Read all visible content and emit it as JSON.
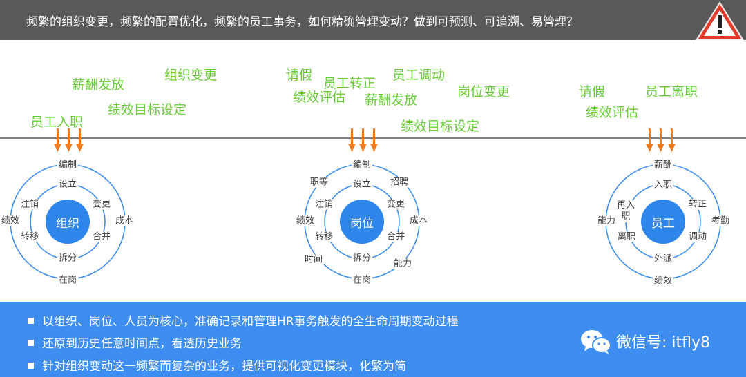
{
  "header": {
    "title": "频繁的组织变更，频繁的配置优化，频繁的员工事务，如何精确管理变动？做到可预测、可追溯、易管理？"
  },
  "events": {
    "group1": [
      "薪酬发放",
      "组织变更",
      "绩效目标设定",
      "员工入职"
    ],
    "group2": [
      "请假",
      "员工转正",
      "员工调动",
      "绩效评估",
      "薪酬发放",
      "岗位变更",
      "绩效目标设定"
    ],
    "group3": [
      "请假",
      "员工离职",
      "绩效评估"
    ]
  },
  "wheels": {
    "org": {
      "center": "组织",
      "inner": [
        "设立",
        "变更",
        "合并",
        "拆分",
        "转移",
        "注销"
      ],
      "outer": [
        "编制",
        "成本",
        "在岗",
        "绩效"
      ]
    },
    "position": {
      "center": "岗位",
      "inner": [
        "设立",
        "变更",
        "合并",
        "拆分",
        "转移",
        "注销"
      ],
      "outer": [
        "编制",
        "招聘",
        "成本",
        "能力",
        "在岗",
        "时间",
        "绩效",
        "职等"
      ]
    },
    "employee": {
      "center": "员工",
      "inner": [
        "入职",
        "转正",
        "调动",
        "外派",
        "离职",
        "再入职"
      ],
      "outer": [
        "薪酬",
        "考勤",
        "绩效",
        "能力"
      ]
    }
  },
  "bullets": [
    "以组织、岗位、人员为核心，准确记录和管理HR事务触发的全生命周期变动过程",
    "还原到历史任意时间点，看透历史业务",
    "针对组织变动这一频繁而复杂的业务，提供可视化变更模块，化繁为简"
  ],
  "wechat": {
    "label": "微信号: itfly8"
  },
  "colors": {
    "header_bg": "#595959",
    "event_green": "#66cc33",
    "arrow_orange": "#f07b1f",
    "hub_blue": "#2e86ea",
    "footer_blue": "#3d8ef0"
  }
}
